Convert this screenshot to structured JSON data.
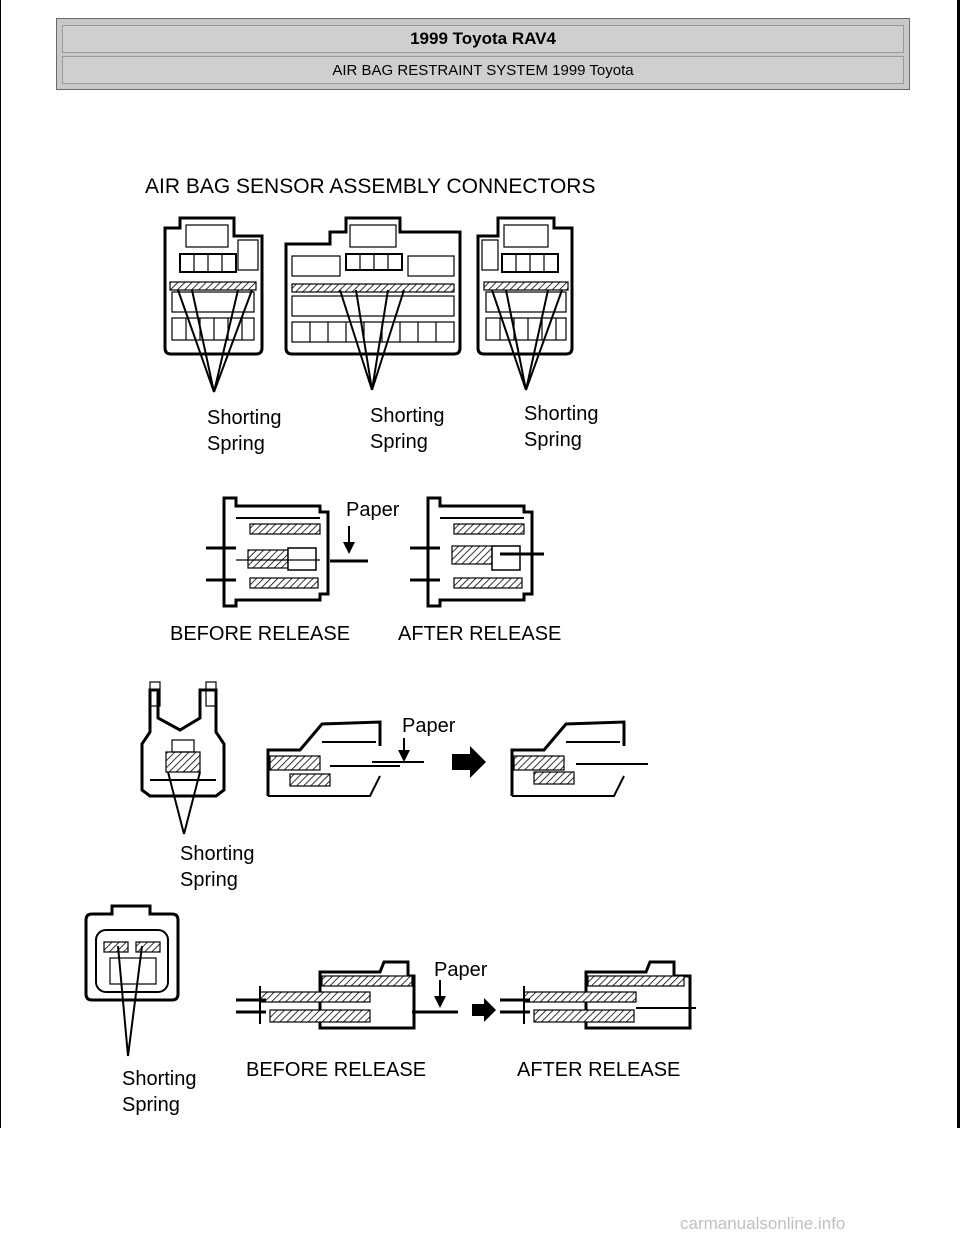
{
  "header": {
    "title": "1999 Toyota RAV4",
    "subtitle": "AIR BAG RESTRAINT SYSTEM 1999 Toyota"
  },
  "figure": {
    "heading": "AIR BAG SENSOR ASSEMBLY CONNECTORS",
    "shorting_spring_1": [
      "Shorting",
      "Spring"
    ],
    "shorting_spring_2": [
      "Shorting",
      "Spring"
    ],
    "shorting_spring_3": [
      "Shorting",
      "Spring"
    ],
    "shorting_spring_4": [
      "Shorting",
      "Spring"
    ],
    "shorting_spring_5": [
      "Shorting",
      "Spring"
    ],
    "paper_1": "Paper",
    "paper_2": "Paper",
    "paper_3": "Paper",
    "before_release_1": "BEFORE RELEASE",
    "after_release_1": "AFTER  RELEASE",
    "before_release_2": "BEFORE RELEASE",
    "after_release_2": "AFTER RELEASE"
  },
  "watermark": "carmanualsonline.info"
}
